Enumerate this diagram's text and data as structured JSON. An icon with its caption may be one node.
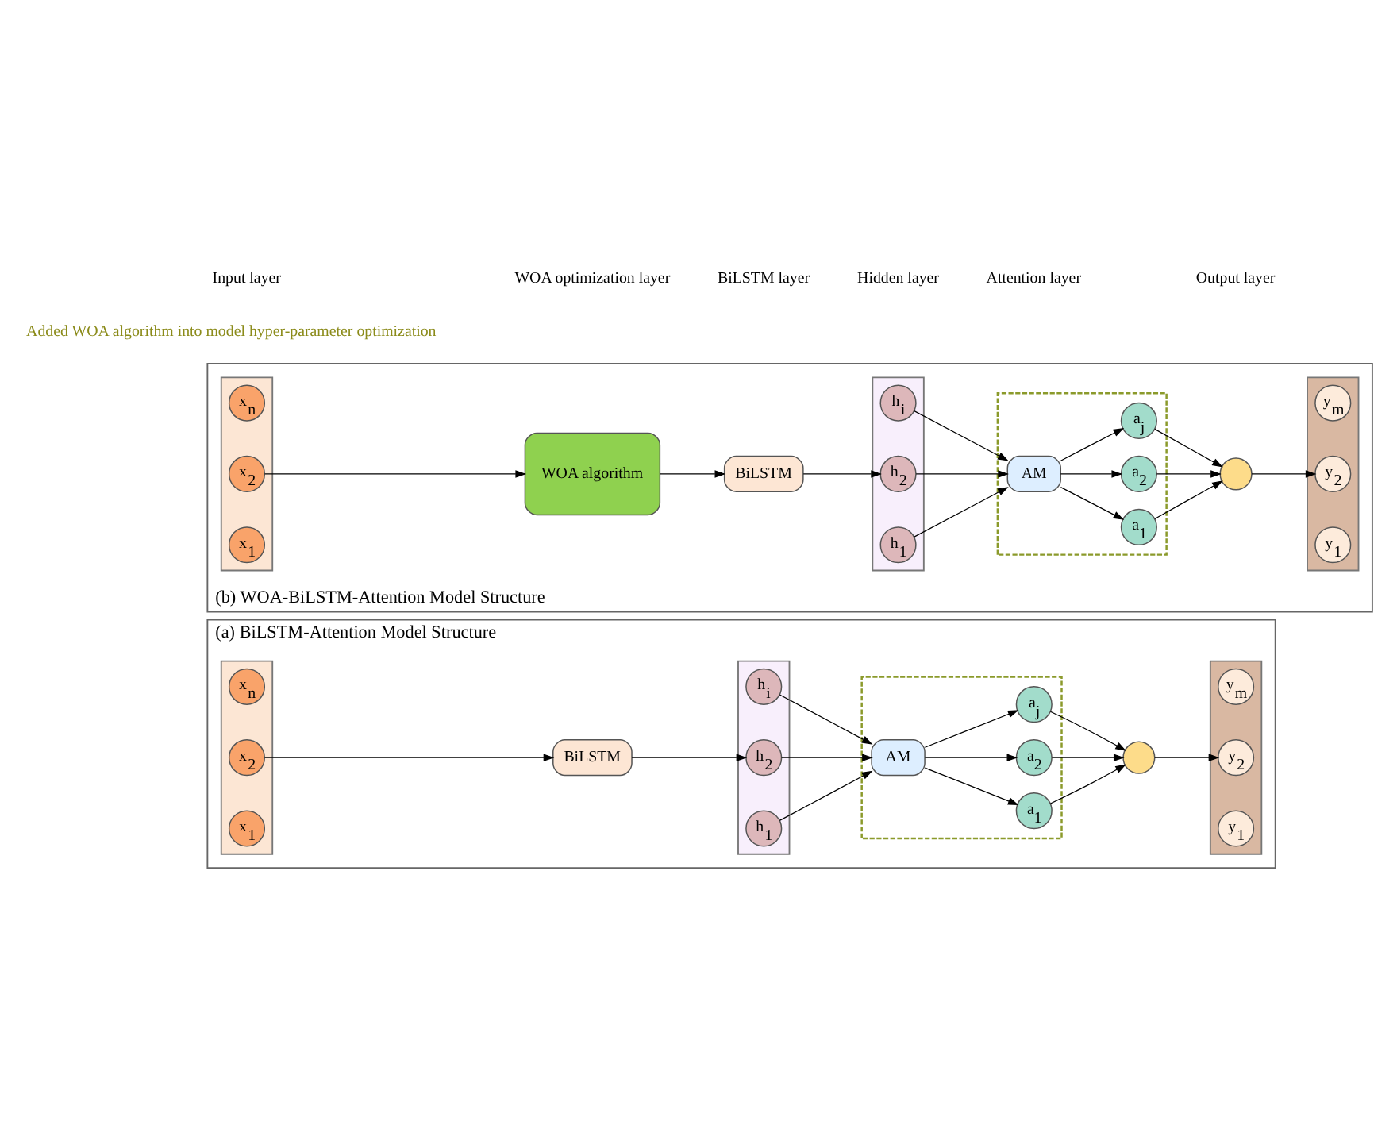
{
  "diagram": {
    "nodes": [
      {
        "text": [
          "(a) BiLSTM-Attention Model Structure"
        ]
      },
      {
        "text": [],
        "shape": "bar",
        "in": 0
      },
      {
        "text": [
          "x$_{1}$"
        ],
        "in": 1
      },
      {
        "text": [
          "x$_{2}$"
        ],
        "in": 1
      },
      {
        "text": [
          "x$_{n}$"
        ],
        "in": 1
      },
      {
        "text": [
          "BiLSTM"
        ],
        "in": 0
      },
      {
        "text": [],
        "shape": "bar",
        "in": 0
      },
      {
        "text": [
          "h$_{1}$"
        ],
        "in": 6
      },
      {
        "text": [
          "h$_{2}$"
        ],
        "in": 6
      },
      {
        "text": [
          "h$_{i}$"
        ],
        "in": 6
      },
      {
        "text": [],
        "shape": "box",
        "in": 0
      },
      {
        "text": [
          "AM"
        ],
        "in": 10
      },
      {
        "text": [
          "a$_{1}$"
        ],
        "in": 10
      },
      {
        "text": [
          "a$_{2}$"
        ],
        "in": 10
      },
      {
        "text": [
          "a$_{j}$"
        ],
        "in": 10
      },
      {
        "text": [],
        "shape": "circle",
        "in": 0
      },
      {
        "text": [],
        "shape": "bar",
        "in": 0
      },
      {
        "text": [
          "y$_{1}$"
        ],
        "in": 16
      },
      {
        "text": [
          "y$_{2}$"
        ],
        "in": 16
      },
      {
        "text": [
          "y$_{m}$"
        ],
        "in": 16
      },
      {
        "text": [
          "(b) WOA-BiLSTM-Attention Model Structure"
        ]
      },
      {
        "text": [],
        "shape": "bar",
        "in": 20
      },
      {
        "text": [
          "x$_{1}$"
        ],
        "in": 21
      },
      {
        "text": [
          "x$_{2}$"
        ],
        "in": 21
      },
      {
        "text": [
          "x$_{n}$"
        ],
        "in": 21
      },
      {
        "text": [
          "WOA algorithm"
        ],
        "in": 20
      },
      {
        "text": [
          "BiLSTM"
        ],
        "in": 20
      },
      {
        "text": [],
        "shape": "bar",
        "in": 20
      },
      {
        "text": [
          "h$_{1}$"
        ],
        "in": 27
      },
      {
        "text": [
          "h$_{2}$"
        ],
        "in": 27
      },
      {
        "text": [
          "h$_{i}$"
        ],
        "in": 27
      },
      {
        "text": [],
        "shape": "box",
        "in": 20
      },
      {
        "text": [
          "AM"
        ],
        "in": 31
      },
      {
        "text": [
          "a$_{1}$"
        ],
        "in": 31
      },
      {
        "text": [
          "a$_{2}$"
        ],
        "in": 31
      },
      {
        "text": [
          "a$_{j}$"
        ],
        "in": 31
      },
      {
        "text": [],
        "shape": "circle",
        "in": 20
      },
      {
        "text": [],
        "shape": "bar",
        "in": 20
      },
      {
        "text": [
          "y$_{1}$"
        ],
        "in": 37
      },
      {
        "text": [
          "y$_{2}$"
        ],
        "in": 37
      },
      {
        "text": [
          "y$_{m}$"
        ],
        "in": 37
      }
    ],
    "edges": [
      {
        "from": 3,
        "to": 5,
        "arrow": "to"
      },
      {
        "from": 5,
        "to": 8,
        "arrow": "to"
      },
      {
        "from": 7,
        "to": 11,
        "arrow": "to"
      },
      {
        "from": 8,
        "to": 11,
        "arrow": "to"
      },
      {
        "from": 9,
        "to": 11,
        "arrow": "to"
      },
      {
        "from": 11,
        "to": 12,
        "arrow": "to"
      },
      {
        "from": 11,
        "to": 13,
        "arrow": "to"
      },
      {
        "from": 11,
        "to": 14,
        "arrow": "to"
      },
      {
        "from": 12,
        "to": 15,
        "arrow": "to"
      },
      {
        "from": 13,
        "to": 15,
        "arrow": "to"
      },
      {
        "from": 14,
        "to": 15,
        "arrow": "to"
      },
      {
        "from": 15,
        "to": 18,
        "arrow": "to"
      },
      {
        "from": 23,
        "to": 25,
        "arrow": "to"
      },
      {
        "from": 25,
        "to": 26,
        "arrow": "to"
      },
      {
        "from": 26,
        "to": 29,
        "arrow": "to"
      },
      {
        "from": 28,
        "to": 32,
        "arrow": "to"
      },
      {
        "from": 29,
        "to": 32,
        "arrow": "to"
      },
      {
        "from": 30,
        "to": 32,
        "arrow": "to"
      },
      {
        "from": 32,
        "to": 33,
        "arrow": "to"
      },
      {
        "from": 32,
        "to": 34,
        "arrow": "to"
      },
      {
        "from": 32,
        "to": 35,
        "arrow": "to"
      },
      {
        "from": 33,
        "to": 36,
        "arrow": "to"
      },
      {
        "from": 34,
        "to": 36,
        "arrow": "to"
      },
      {
        "from": 35,
        "to": 36,
        "arrow": "to"
      },
      {
        "from": 36,
        "to": 39,
        "arrow": "to"
      }
    ],
    "labels": [
      "Added WOA algorithm into model hyper-parameter optimization",
      "Input layer",
      "WOA optimization layer",
      "BiLSTM layer",
      "Hidden layer",
      "Attention layer",
      "Output layer"
    ]
  }
}
